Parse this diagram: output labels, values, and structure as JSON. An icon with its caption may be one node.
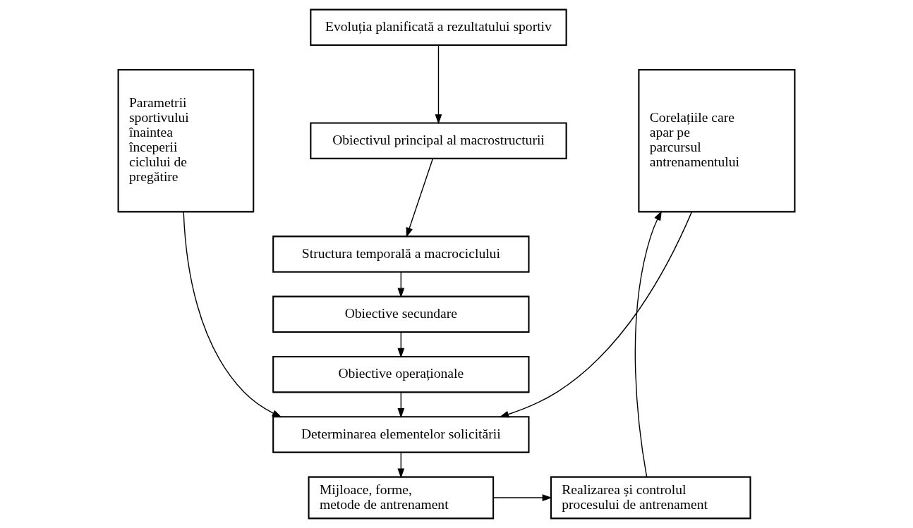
{
  "diagram": {
    "nodes": [
      {
        "text": [
          "Evoluția planificată a rezultatului sportiv"
        ]
      },
      {
        "text": [
          "Obiectivul principal al macrostructurii"
        ]
      },
      {
        "text": [
          "Structura temporală a macrociclului"
        ]
      },
      {
        "text": [
          "Obiective secundare"
        ]
      },
      {
        "text": [
          "Obiective operaționale"
        ]
      },
      {
        "text": [
          "Parametrii sportivului înaintea începerii ciclului de pregătire"
        ]
      },
      {
        "text": [
          "Corelațiile care apar pe parcursul antrenamentului"
        ]
      },
      {
        "text": [
          "Determinarea elementelor solicitării"
        ]
      },
      {
        "text": [
          "Mijloace, forme, metode de antrenament"
        ]
      },
      {
        "text": [
          "Realizarea și controlul procesului de antrenament"
        ]
      }
    ],
    "edges": [
      {
        "from": 0,
        "to": 1,
        "arrow": "to"
      },
      {
        "from": 1,
        "to": 2,
        "arrow": "to"
      },
      {
        "from": 2,
        "to": 3,
        "arrow": "to"
      },
      {
        "from": 3,
        "to": 4,
        "arrow": "to"
      },
      {
        "from": 4,
        "to": 7,
        "arrow": "to"
      },
      {
        "from": 5,
        "to": 7,
        "arrow": "to"
      },
      {
        "from": 6,
        "to": 7,
        "arrow": "to"
      },
      {
        "from": 7,
        "to": 8,
        "arrow": "to"
      },
      {
        "from": 8,
        "to": 9,
        "arrow": "to"
      },
      {
        "from": 9,
        "to": 6,
        "arrow": "to"
      }
    ]
  }
}
